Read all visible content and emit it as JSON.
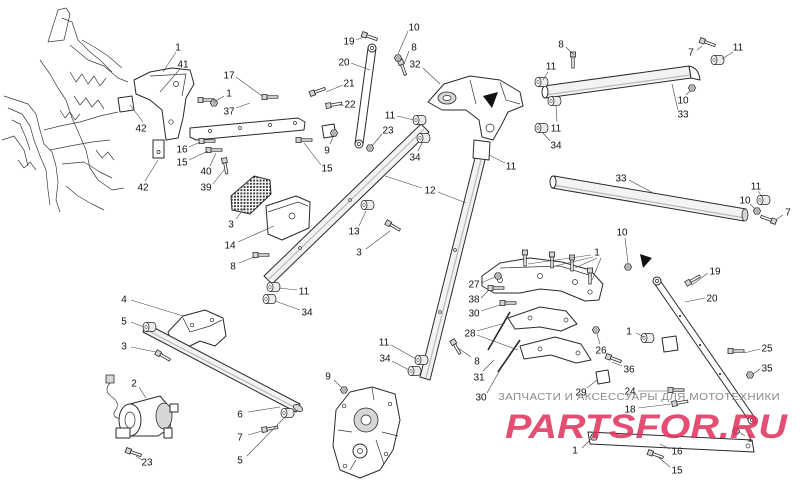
{
  "diagram": {
    "callouts": [
      "1",
      "41",
      "42",
      "42",
      "17",
      "1",
      "37",
      "16",
      "15",
      "40",
      "39",
      "19",
      "20",
      "21",
      "22",
      "9",
      "15",
      "23",
      "10",
      "8",
      "32",
      "11",
      "34",
      "11",
      "12",
      "8",
      "11",
      "11",
      "34",
      "7",
      "11",
      "10",
      "33",
      "33",
      "11",
      "10",
      "7",
      "3",
      "14",
      "8",
      "13",
      "3",
      "11",
      "34",
      "10",
      "1",
      "19",
      "20",
      "27",
      "38",
      "30",
      "28",
      "31",
      "30",
      "26",
      "1",
      "36",
      "25",
      "35",
      "29",
      "24",
      "18",
      "1",
      "1",
      "16",
      "15",
      "4",
      "5",
      "3",
      "2",
      "6",
      "7",
      "5",
      "23",
      "11",
      "34",
      "8",
      "9"
    ]
  },
  "watermark": {
    "tagline": "ЗАПЧАСТИ И АКСЕССУАРЫ ДЛЯ МОТОТЕХНИКИ",
    "logo": "PARTSFOR.RU",
    "tagline_color": "#8a8a8a",
    "logo_color": "#e0305a"
  },
  "colors": {
    "line": "#2a2a2a",
    "background": "#ffffff",
    "marker": "#111111"
  }
}
